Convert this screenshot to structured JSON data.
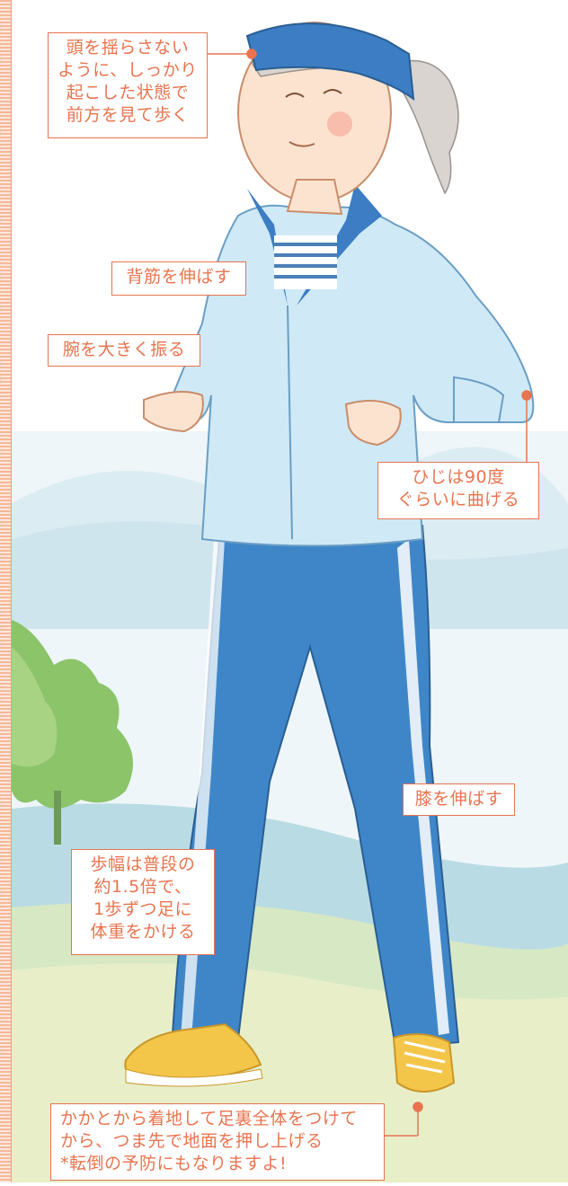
{
  "colors": {
    "accent": "#e8744f",
    "jacket": "#cfe9f6",
    "jacket_trim": "#3c7dc4",
    "pants": "#3f86c8",
    "shoe": "#f3c64a",
    "sky": "#e9f4f8",
    "hill": "#b9dbe4",
    "grass": "#cfe3a8",
    "tree": "#8cc46a"
  },
  "illustration": {
    "subject": "walking-woman",
    "icons": [
      "headband-icon",
      "jacket-icon",
      "pants-icon",
      "shoe-icon",
      "tree-icon",
      "hills-icon"
    ]
  },
  "labels": {
    "head": "頭を揺らさない\nように、しっかり\n起こした状態で\n前方を見て歩く",
    "back": "背筋を伸ばす",
    "arm": "腕を大きく振る",
    "elbow": "ひじは90度\nぐらいに曲げる",
    "knee": "膝を伸ばす",
    "stride": "歩幅は普段の\n約1.5倍で、\n1歩ずつ足に\n体重をかける",
    "heel": "かかとから着地して足裏全体をつけて\nから、つま先で地面を押し上げる\n*転倒の予防にもなりますよ!"
  }
}
